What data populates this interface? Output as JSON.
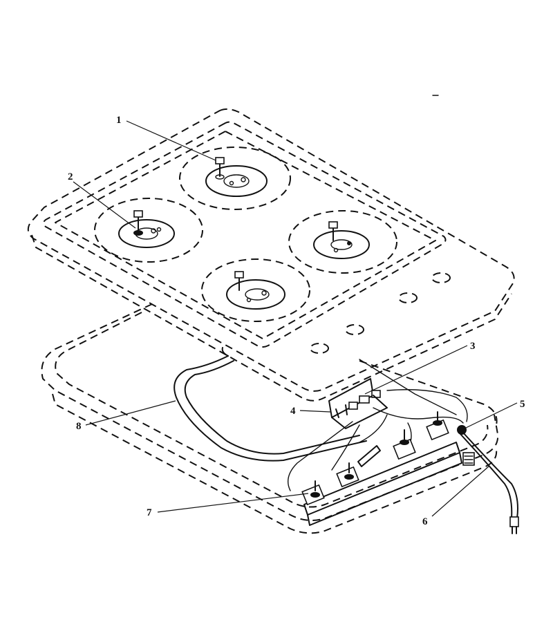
{
  "callouts": [
    {
      "id": "1",
      "label": "1"
    },
    {
      "id": "2",
      "label": "2"
    },
    {
      "id": "3",
      "label": "3"
    },
    {
      "id": "4",
      "label": "4"
    },
    {
      "id": "5",
      "label": "5"
    },
    {
      "id": "6",
      "label": "6"
    },
    {
      "id": "7",
      "label": "7"
    },
    {
      "id": "8",
      "label": "8"
    }
  ],
  "icons": [
    "burner-icon",
    "igniter-icon",
    "valve-icon",
    "terminal-block-icon",
    "power-cord-icon",
    "plug-icon"
  ],
  "colors": {
    "ink": "#111111",
    "paper": "#ffffff"
  }
}
